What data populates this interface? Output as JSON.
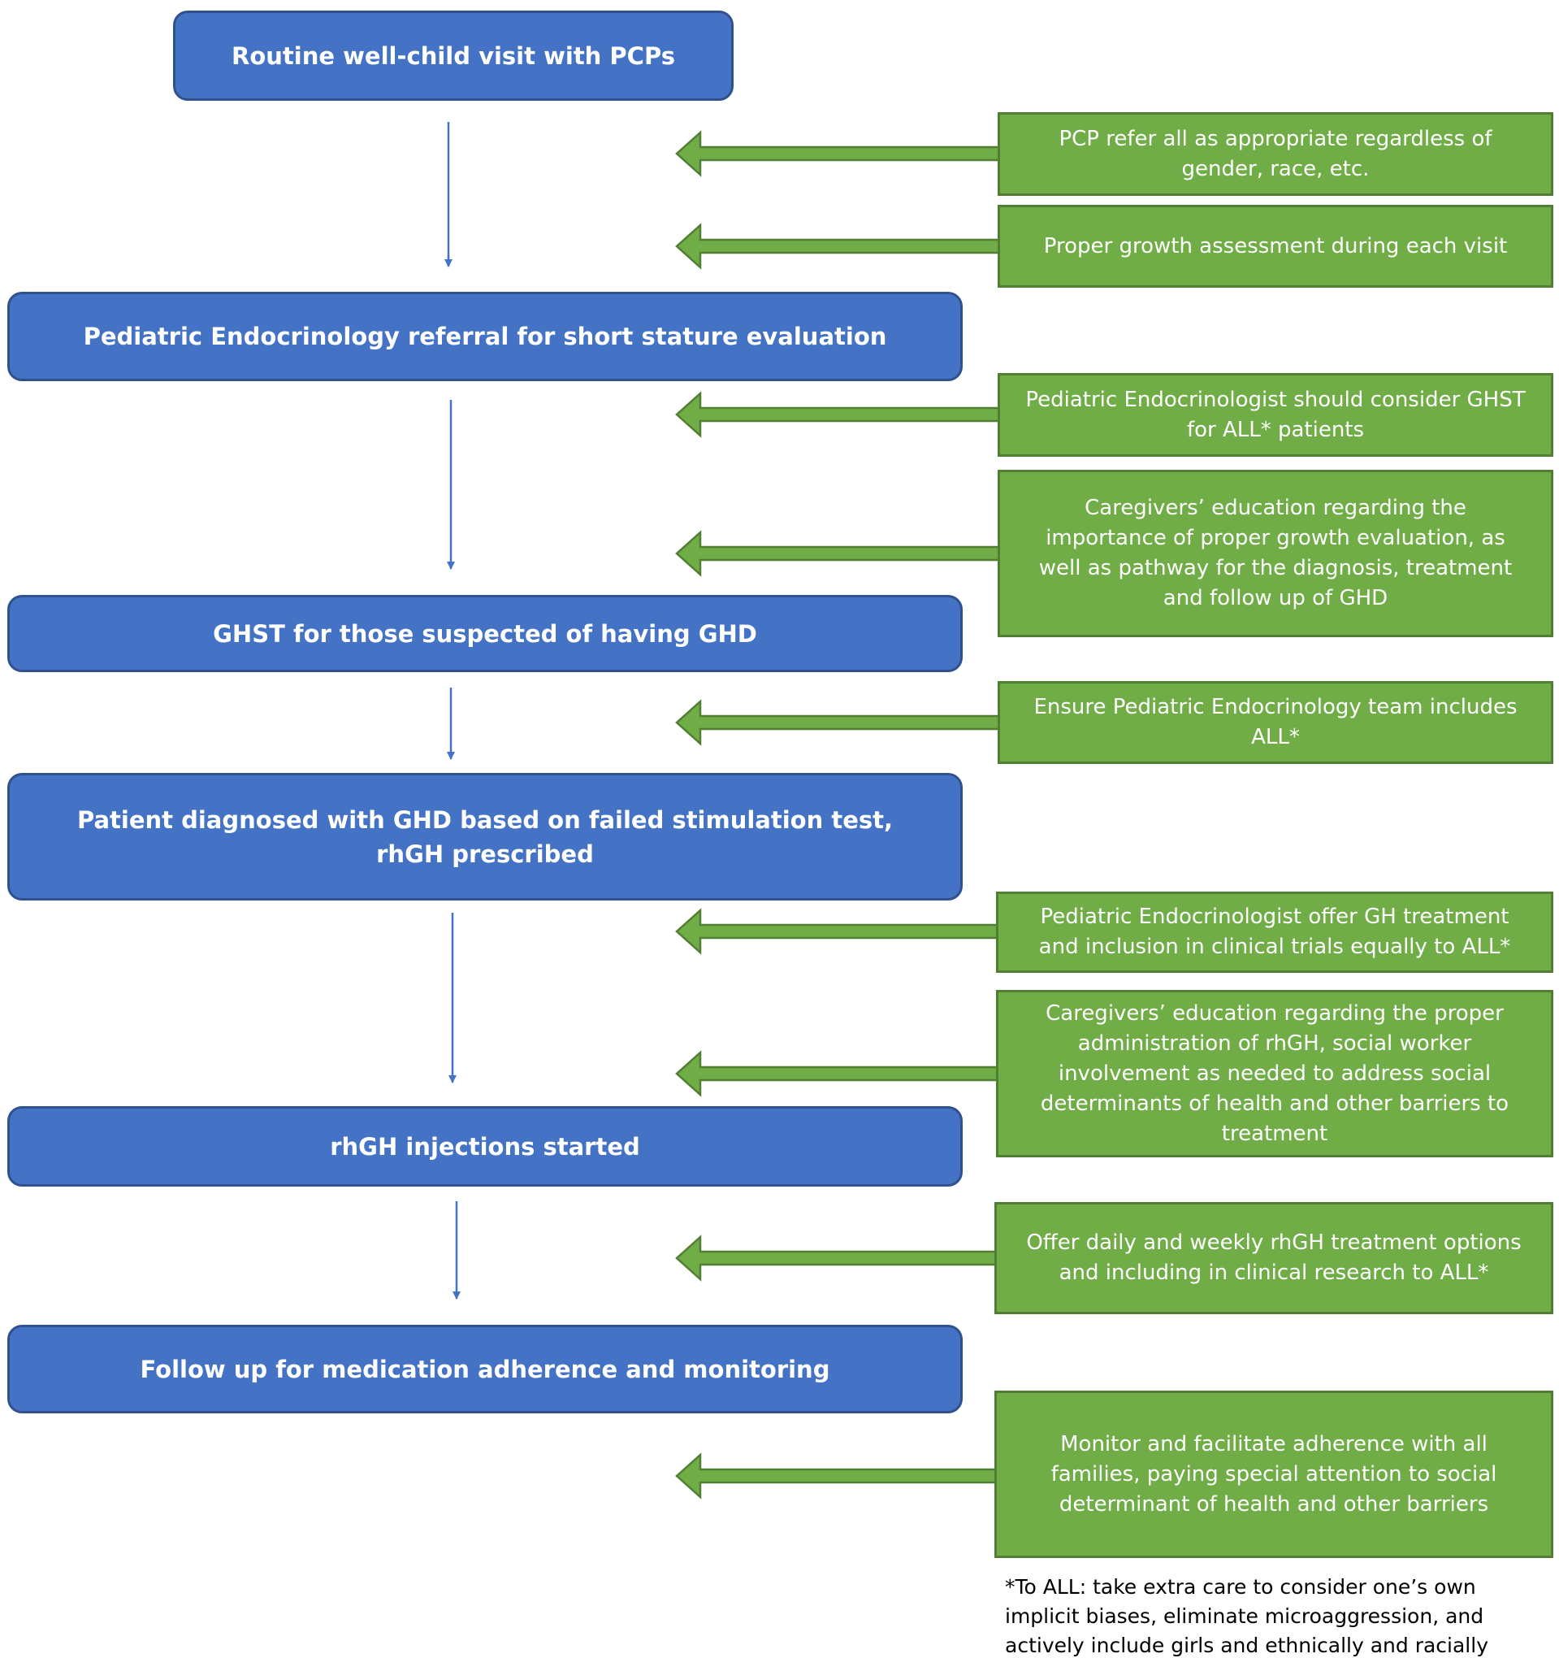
{
  "steps": [
    "Routine well-child visit with PCPs",
    "Pediatric Endocrinology referral for short stature evaluation",
    "GHST for those suspected of having GHD",
    "Patient diagnosed with GHD based on failed stimulation test, rhGH prescribed",
    "rhGH injections started",
    "Follow up for medication adherence and monitoring"
  ],
  "notes": [
    "PCP refer all as appropriate regardless of gender, race, etc.",
    "Proper growth assessment during each visit",
    "Pediatric Endocrinologist should consider GHST for ALL* patients",
    "Caregivers’ education regarding the importance of proper growth evaluation, as well as pathway for the diagnosis, treatment and follow up of GHD",
    "Ensure Pediatric Endocrinology team includes ALL*",
    "Pediatric Endocrinologist offer GH treatment and inclusion in clinical trials equally to ALL*",
    "Caregivers’ education regarding the proper administration of rhGH, social worker involvement as needed to address social determinants of health and other barriers to treatment",
    "Offer daily and weekly rhGH treatment options and including in clinical research to ALL*",
    "Monitor and facilitate adherence with all families, paying special attention to social determinant of health and other barriers"
  ],
  "footnote": "*To ALL: take extra care to consider one’s own implicit biases, eliminate microaggression, and actively include girls and ethnically and racially diverse populations",
  "colors": {
    "step_fill": "#4472c4",
    "step_border": "#2f528f",
    "note_fill": "#70ad47",
    "note_border": "#507e32",
    "connector": "#4472c4"
  }
}
